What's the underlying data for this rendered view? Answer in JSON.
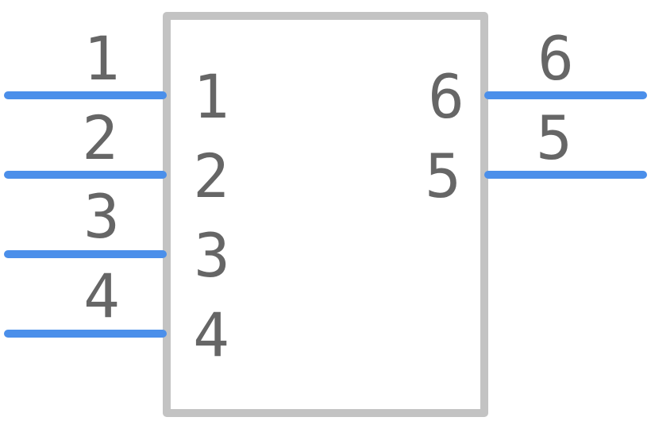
{
  "colors": {
    "body_outline": "#c3c3c3",
    "pin_line": "#4b8fea",
    "text": "#666666",
    "background": "#ffffff"
  },
  "component": {
    "left_pins": [
      {
        "pin_number": "1",
        "pin_label": "1"
      },
      {
        "pin_number": "2",
        "pin_label": "2"
      },
      {
        "pin_number": "3",
        "pin_label": "3"
      },
      {
        "pin_number": "4",
        "pin_label": "4"
      }
    ],
    "right_pins": [
      {
        "pin_number": "6",
        "pin_label": "6"
      },
      {
        "pin_number": "5",
        "pin_label": "5"
      }
    ]
  }
}
